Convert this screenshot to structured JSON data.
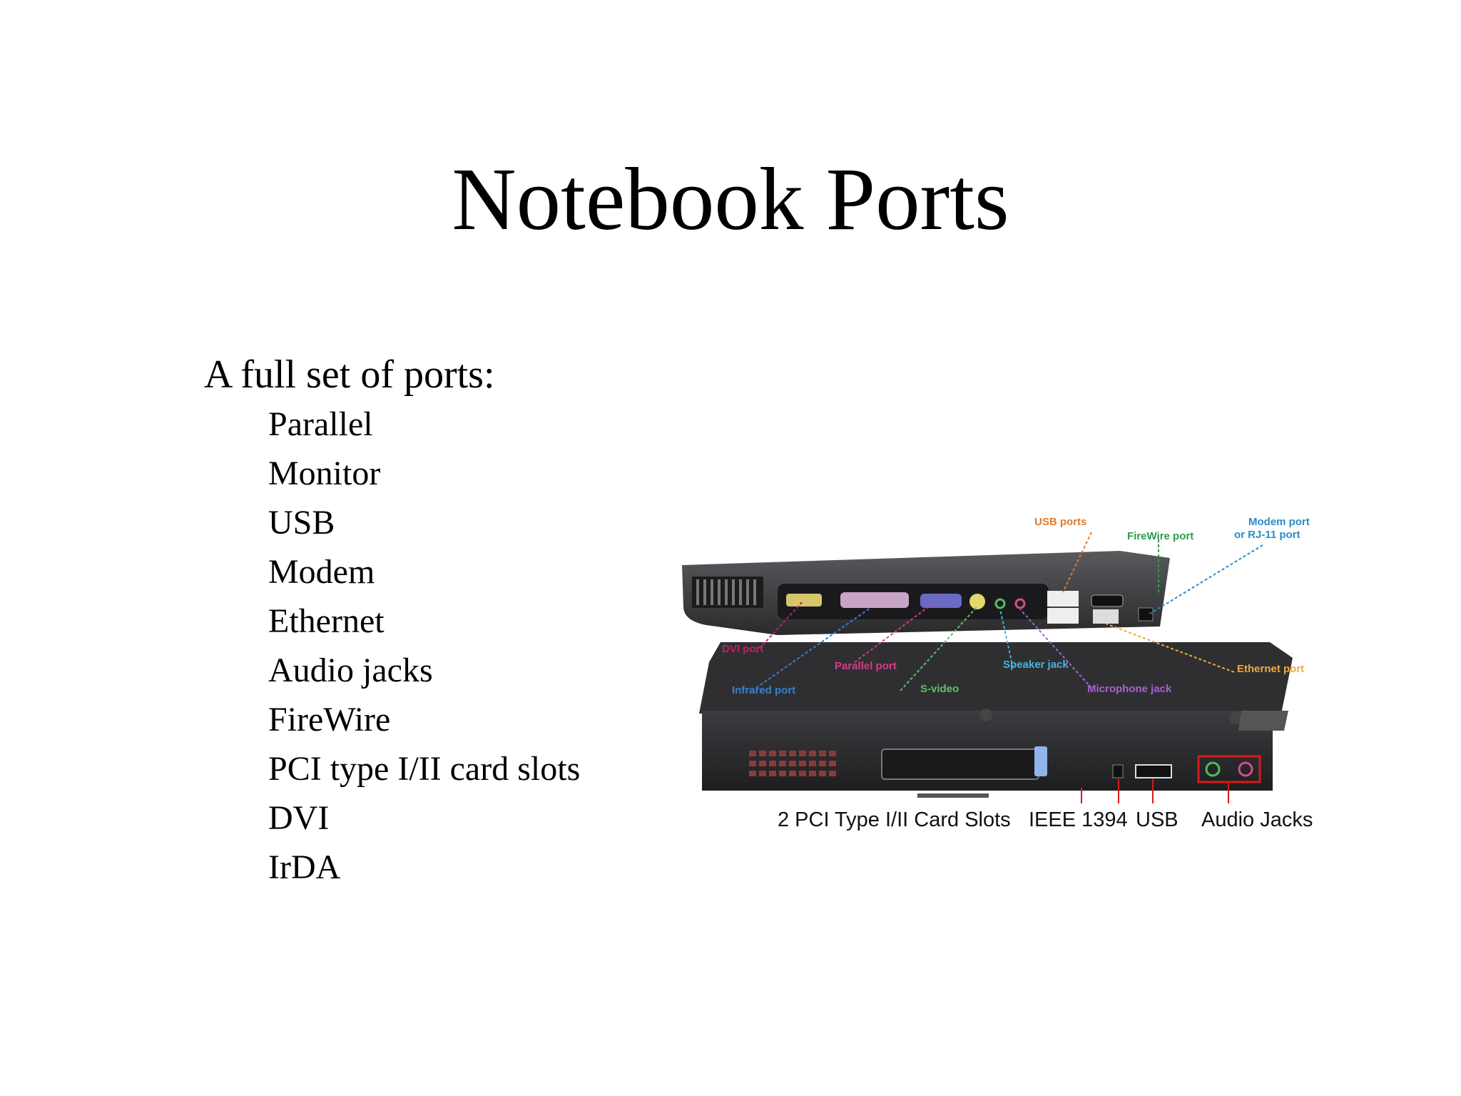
{
  "slide": {
    "title": "Notebook Ports",
    "lead": "A full set of ports:",
    "items": [
      "Parallel",
      "Monitor",
      "USB",
      "Modem",
      "Ethernet",
      "Audio jacks",
      "FireWire",
      "PCI type I/II card slots",
      "DVI",
      "IrDA"
    ]
  },
  "figure": {
    "callouts": {
      "usb_ports": "USB ports",
      "firewire_port": "FireWire port",
      "modem_port_1": "Modem port",
      "modem_port_2": "or RJ-11 port",
      "dvi_port": "DVI port",
      "parallel_port": "Parallel port",
      "infrared_port": "Infrared port",
      "svideo": "S-video",
      "speaker_jack": "Speaker jack",
      "mic_jack": "Microphone jack",
      "ethernet_port": "Ethernet port"
    },
    "captions": {
      "pci_slots": "2 PCI Type I/II Card Slots",
      "ieee1394": "IEEE 1394",
      "usb": "USB",
      "audio": "Audio Jacks"
    },
    "colors": {
      "body": "#2f2f31",
      "usb_label": "#e07a2e",
      "firewire_label": "#2e9b4e",
      "modem_label": "#2a8cc8",
      "dvi_label": "#c21f6a",
      "parallel_label": "#d63a8a",
      "infrared_label": "#3a7fd0",
      "svideo_label": "#5cc26a",
      "speaker_label": "#46b6e0",
      "mic_label": "#a860d0",
      "ethernet_label": "#f2a93a",
      "highlight_red": "#d61a1a"
    }
  }
}
